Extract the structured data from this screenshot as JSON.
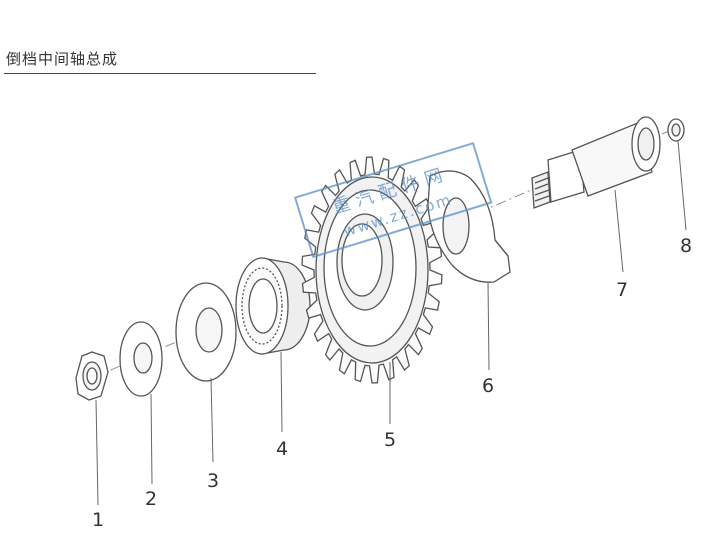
{
  "title": "倒档中间轴总成",
  "watermark": {
    "line1": "重汽配件网",
    "line2": "www.zz.com",
    "color": "#5a8fc8"
  },
  "parts": [
    {
      "number": "1"
    },
    {
      "number": "2"
    },
    {
      "number": "3"
    },
    {
      "number": "4"
    },
    {
      "number": "5"
    },
    {
      "number": "6"
    },
    {
      "number": "7"
    },
    {
      "number": "8"
    }
  ]
}
